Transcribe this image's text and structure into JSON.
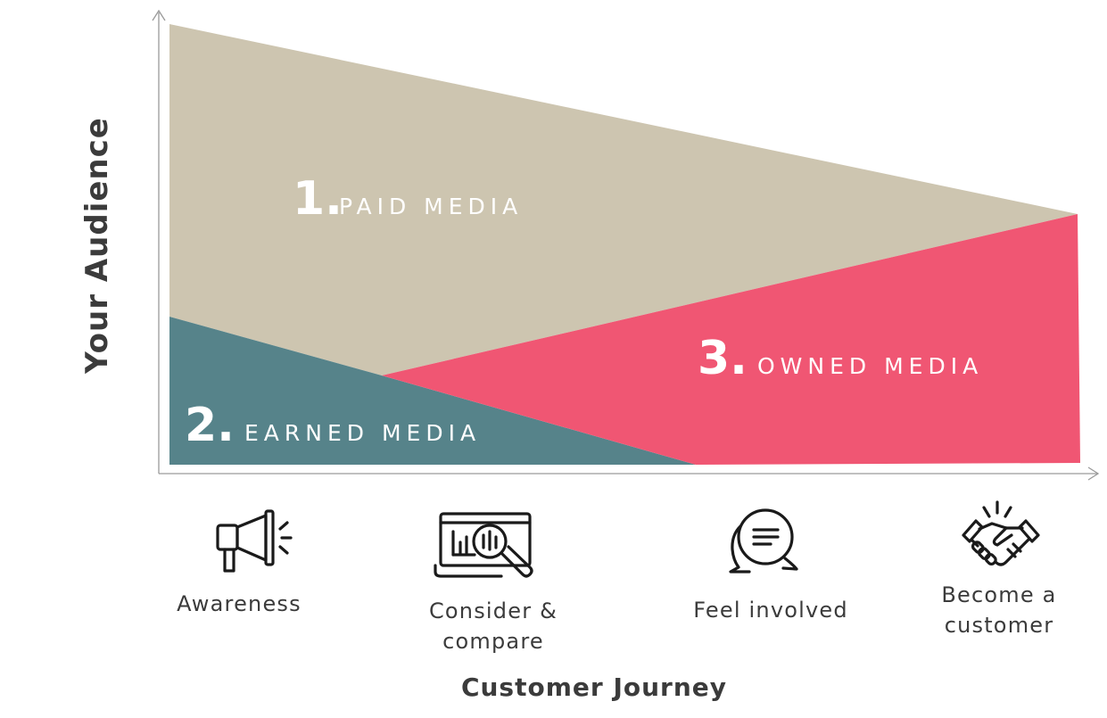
{
  "axes": {
    "y_label": "Your Audience",
    "x_label": "Customer Journey"
  },
  "regions": [
    {
      "number": "1.",
      "label": "PAID MEDIA",
      "color": "#cdc5b0"
    },
    {
      "number": "2.",
      "label": "EARNED MEDIA",
      "color": "#56838a"
    },
    {
      "number": "3.",
      "label": "OWNED MEDIA",
      "color": "#f05673"
    }
  ],
  "stages": [
    {
      "icon": "megaphone-icon",
      "lines": [
        "Awareness"
      ]
    },
    {
      "icon": "analytics-magnifier-icon",
      "lines": [
        "Consider &",
        "compare"
      ]
    },
    {
      "icon": "chat-bubbles-icon",
      "lines": [
        "Feel involved"
      ]
    },
    {
      "icon": "handshake-icon",
      "lines": [
        "Become a",
        "customer"
      ]
    }
  ]
}
